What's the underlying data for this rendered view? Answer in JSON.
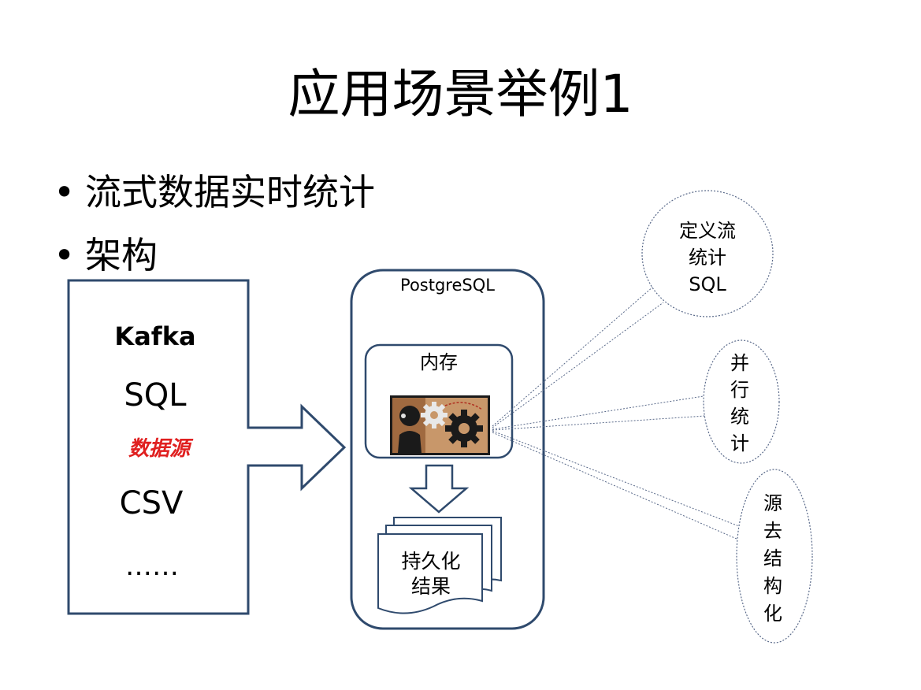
{
  "slide": {
    "title": "应用场景举例1",
    "bullets": [
      "流式数据实时统计",
      "架构"
    ]
  },
  "sources": {
    "items": [
      "Kafka",
      "SQL",
      "CSV",
      "……"
    ],
    "label": "数据源",
    "label_color": "#e02020"
  },
  "database": {
    "title": "PostgreSQL",
    "memory_label": "内存",
    "persist_label": [
      "持久化",
      "结果"
    ]
  },
  "callouts": [
    {
      "lines": [
        "定义流",
        "统计",
        "SQL"
      ]
    },
    {
      "lines": [
        "并",
        "行",
        "统",
        "计"
      ]
    },
    {
      "lines": [
        "源",
        "去",
        "结",
        "构",
        "化"
      ]
    }
  ],
  "colors": {
    "outline": "#2f4a6d",
    "callout": "#5a6a8a"
  }
}
